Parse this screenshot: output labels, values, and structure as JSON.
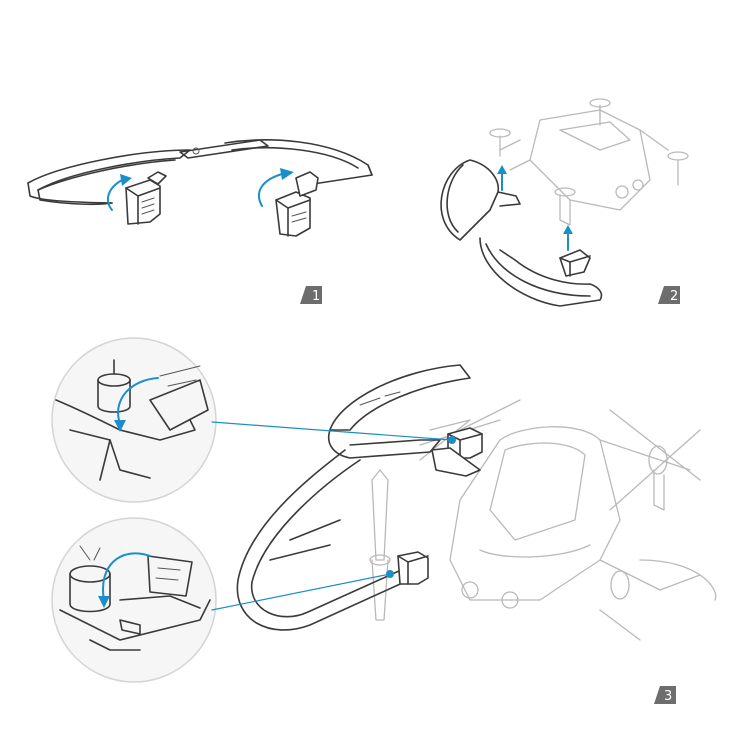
{
  "steps": [
    {
      "number": "1"
    },
    {
      "number": "2"
    },
    {
      "number": "3"
    }
  ],
  "colors": {
    "accent": "#1a8fc9",
    "line": "#3a3a3a",
    "drone_light": "#b9b9b9",
    "badge": "#6d6d6d"
  },
  "icons": [
    "rotate-arrow-icon",
    "up-arrow-icon",
    "connector-line"
  ]
}
